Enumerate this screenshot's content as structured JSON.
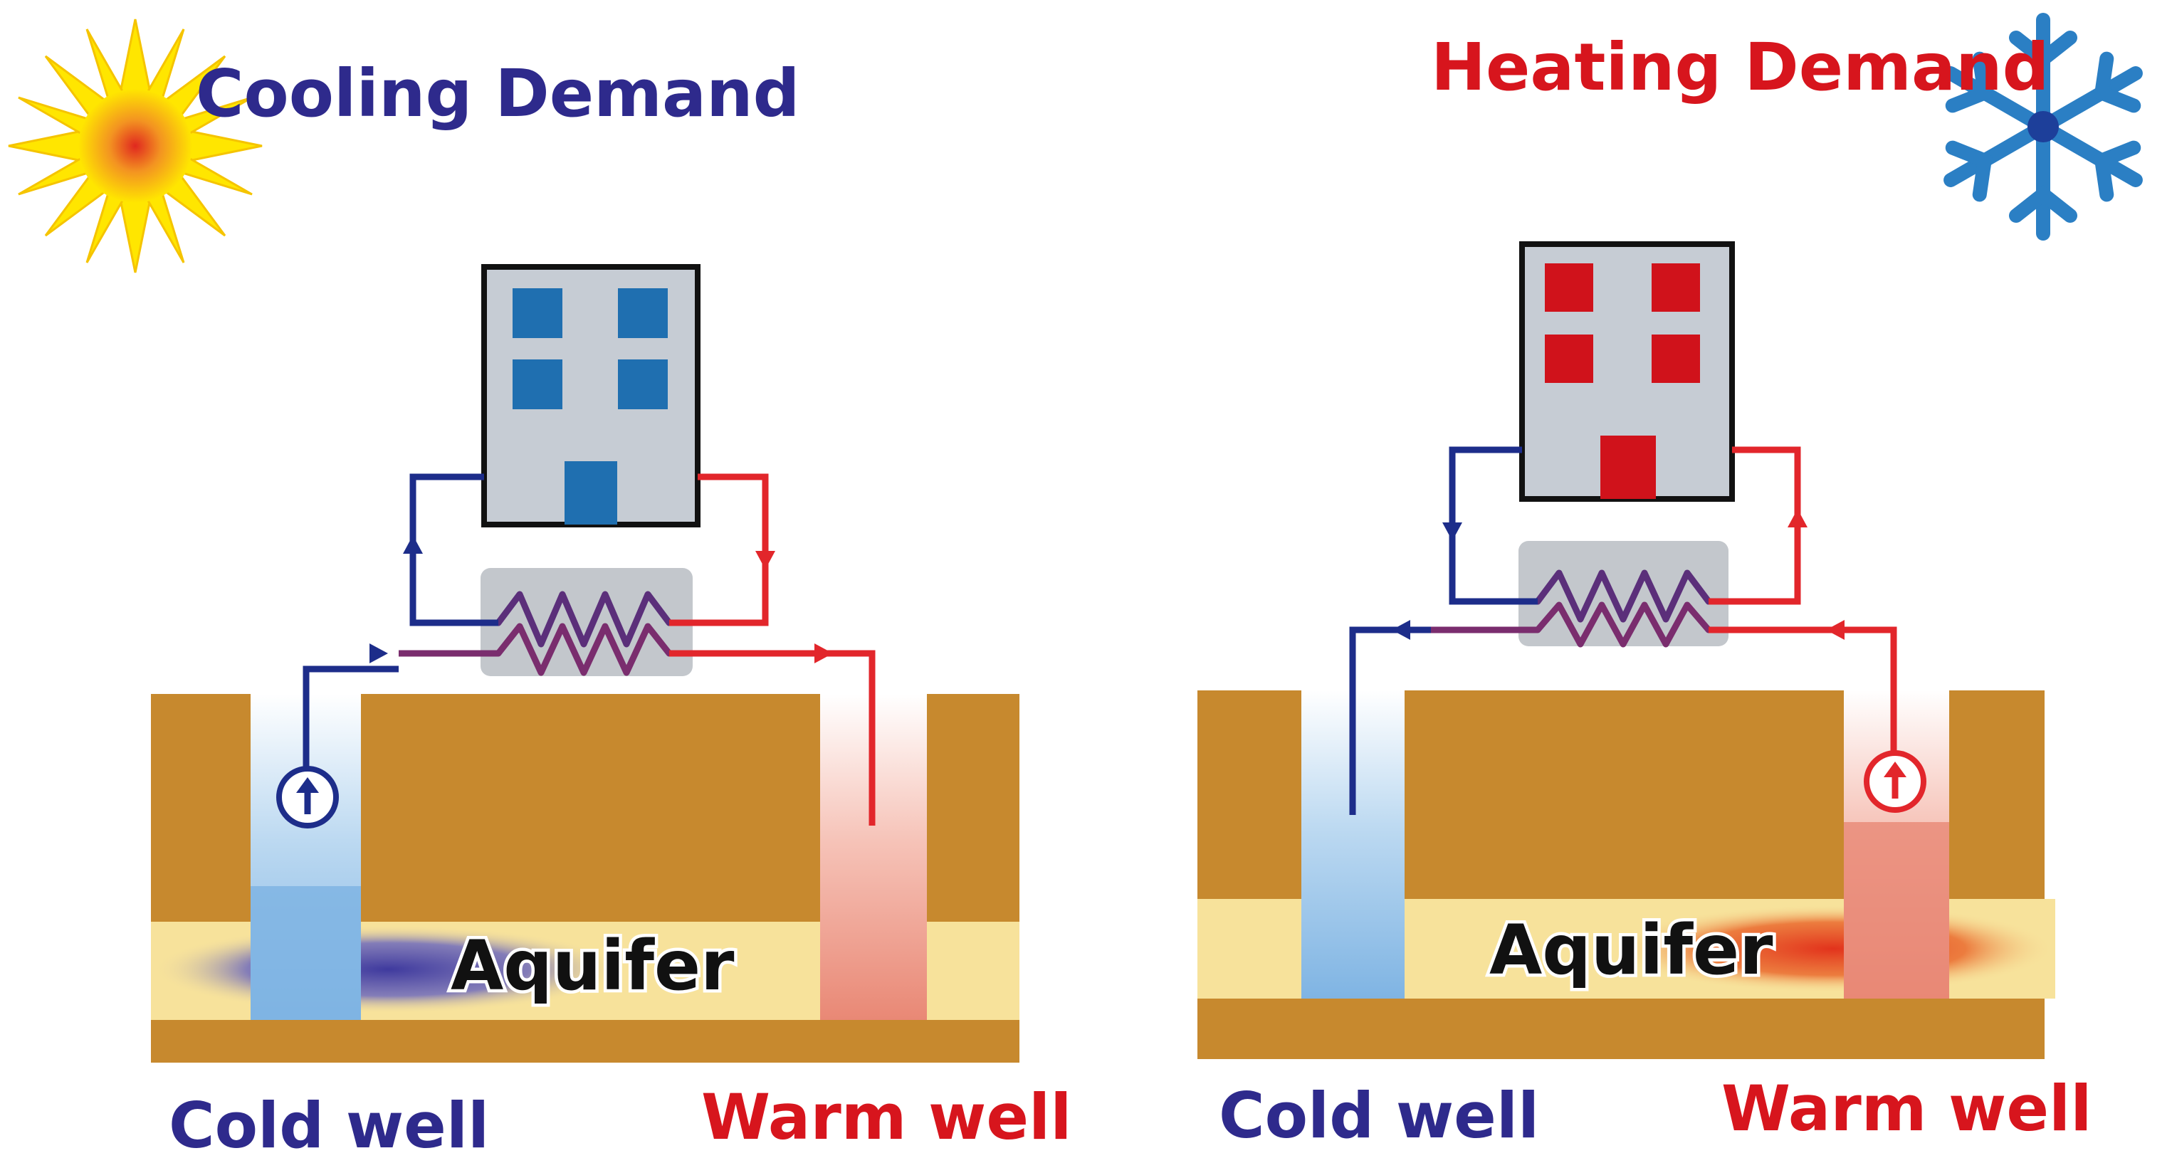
{
  "colors": {
    "ground": "#c7892e",
    "aquifer": "#f7e29b",
    "cold_text": "#2e2a8c",
    "warm_text": "#d7151d",
    "building_fill": "#c6ccd4",
    "window_cool": "#1f6fb0",
    "window_heat": "#d0121b",
    "pipe_cold": "#1d2d8a",
    "pipe_warm": "#e2262b",
    "exchanger": "#c3c7cc",
    "snow": "#2b7fc4"
  },
  "panels": {
    "cooling": {
      "title": "Cooling Demand",
      "title_icon": "sun-icon",
      "aquifer_label": "Aquifer",
      "cold_well_label": "Cold well",
      "warm_well_label": "Warm well",
      "pump_well": "cold"
    },
    "heating": {
      "title": "Heating Demand",
      "title_icon": "snowflake-icon",
      "aquifer_label": "Aquifer",
      "cold_well_label": "Cold well",
      "warm_well_label": "Warm well",
      "pump_well": "warm"
    }
  }
}
